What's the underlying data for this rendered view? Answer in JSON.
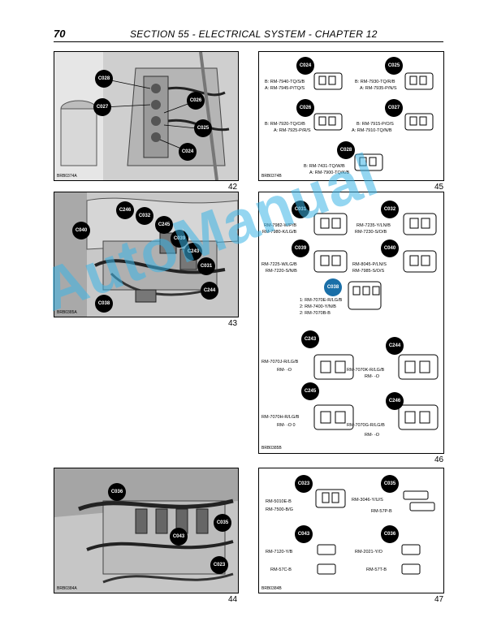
{
  "header": {
    "page_number": "70",
    "title": "SECTION 55 - ELECTRICAL SYSTEM - CHAPTER 12"
  },
  "panels": [
    {
      "id": "42",
      "number": "42",
      "ref": "BRB0374A",
      "badges": [
        "C028",
        "C027",
        "C026",
        "C025",
        "C024"
      ]
    },
    {
      "id": "45",
      "number": "45",
      "ref": "BRB0374B",
      "connectors": [
        {
          "badge": "C024",
          "wires": [
            "B: RM-7940-TQ/S/B",
            "A: RM-7945-P/TQ/S"
          ]
        },
        {
          "badge": "C025",
          "wires": [
            "B: RM-7930-TQ/R/B",
            "A: RM-7935-P/N/S"
          ]
        },
        {
          "badge": "C026",
          "wires": [
            "B: RM-7920-TQ/O/B",
            "A: RM-7925-P/R/S"
          ]
        },
        {
          "badge": "C027",
          "wires": [
            "B: RM-7915-P/O/S",
            "A: RM-7910-TQ/N/B"
          ]
        },
        {
          "badge": "C028",
          "wires": [
            "B: RM-7431-TQ/W/B",
            "A: RM-7900-TQ/K/B"
          ]
        }
      ]
    },
    {
      "id": "43",
      "number": "43",
      "ref": "BRB0385A",
      "badges": [
        "C246",
        "C032",
        "C040",
        "C245",
        "C039",
        "C243",
        "C031",
        "C244",
        "C038"
      ]
    },
    {
      "id": "46",
      "number": "46",
      "ref": "BRB0385B",
      "connectors": [
        {
          "badge": "C031",
          "wires": [
            "RM-7982-W/P/B",
            "RM-7980-K/LG/B"
          ]
        },
        {
          "badge": "C032",
          "wires": [
            "RM-7235-Y/LN/B",
            "RM-7230-S/O/B"
          ]
        },
        {
          "badge": "C039",
          "wires": [
            "RM-7225-W/LG/B",
            "RM-7220-S/N/B"
          ]
        },
        {
          "badge": "C040",
          "wires": [
            "RM-8045-P/LN/S",
            "RM-7985-S/O/S"
          ]
        },
        {
          "badge": "C038",
          "wires": [
            "1: RM-7070E-R/LG/B",
            "2: RM-7400-Y/N/B",
            "2: RM-7070B-B"
          ]
        },
        {
          "badge": "C243",
          "wires": [
            "RM-7070J-R/LG/B",
            "RM-    -O"
          ]
        },
        {
          "badge": "C244",
          "wires": [
            "RM-7070K-R/LG/B",
            "RM-    -O"
          ]
        },
        {
          "badge": "C245",
          "wires": [
            "RM-7070H-R/LG/B",
            "RM-   -O  0"
          ]
        },
        {
          "badge": "C246",
          "wires": [
            "RM-7070G-R/LG/B",
            "RM-    -O"
          ]
        }
      ]
    },
    {
      "id": "44",
      "number": "44",
      "ref": "BRB0384A",
      "badges": [
        "C036",
        "C035",
        "C043",
        "C023"
      ]
    },
    {
      "id": "47",
      "number": "47",
      "ref": "BRB0384B",
      "connectors": [
        {
          "badge": "C023",
          "wires": [
            "RM-5010E-B",
            "RM-7500-B/G"
          ]
        },
        {
          "badge": "C035",
          "wires": [
            "RM-3046-Y/U/S",
            "RM-57P-B"
          ]
        },
        {
          "badge": "C043",
          "wires": [
            "RM-7120-Y/B",
            "RM-57C-B"
          ]
        },
        {
          "badge": "C036",
          "wires": [
            "RM-2021-Y/O",
            "RM-57T-B"
          ]
        }
      ]
    }
  ],
  "watermark": "AutoManual"
}
